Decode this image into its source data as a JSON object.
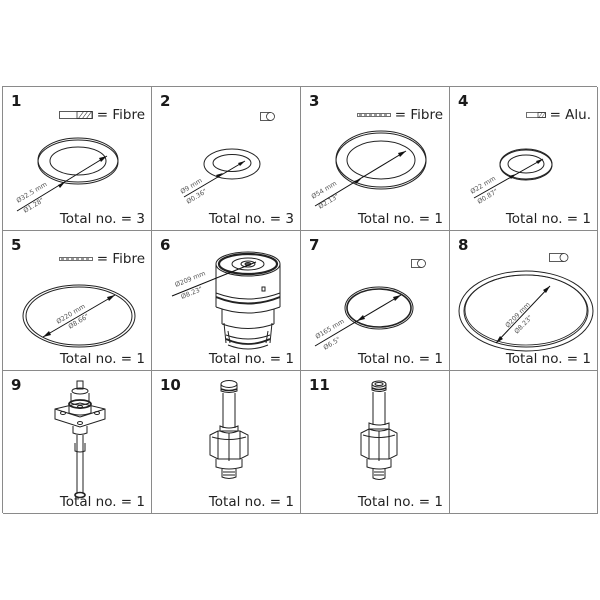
{
  "parts": [
    {
      "number": "1",
      "material": "= Fibre",
      "material_symbol": "hatched-gasket-section-icon",
      "dim_mm": "Ø32.5 mm",
      "dim_in": "Ø1.28\"",
      "total": "Total no. = 3",
      "type": "flat-gasket"
    },
    {
      "number": "2",
      "material": "",
      "material_symbol": "o-ring-section-icon",
      "dim_mm": "Ø9 mm",
      "dim_in": "Ø0.36\"",
      "total": "Total no. = 3",
      "type": "o-ring"
    },
    {
      "number": "3",
      "material": "= Fibre",
      "material_symbol": "dashed-gasket-section-icon",
      "dim_mm": "Ø54 mm",
      "dim_in": "Ø2.13\"",
      "total": "Total no. = 1",
      "type": "flat-gasket"
    },
    {
      "number": "4",
      "material": "= Alu.",
      "material_symbol": "aluminium-gasket-section-icon",
      "dim_mm": "Ø22 mm",
      "dim_in": "Ø0.87\"",
      "total": "Total no. = 1",
      "type": "flat-gasket"
    },
    {
      "number": "5",
      "material": "= Fibre",
      "material_symbol": "dashed-gasket-section-icon",
      "dim_mm": "Ø220 mm",
      "dim_in": "Ø8.66\"",
      "total": "Total no. = 1",
      "type": "thin-gasket"
    },
    {
      "number": "6",
      "material": "",
      "material_symbol": "",
      "dim_mm": "Ø209 mm",
      "dim_in": "Ø8.23\"",
      "total": "Total no. = 1",
      "type": "valve-insert"
    },
    {
      "number": "7",
      "material": "",
      "material_symbol": "o-ring-section-icon",
      "dim_mm": "Ø165 mm",
      "dim_in": "Ø6.5\"",
      "total": "Total no. = 1",
      "type": "o-ring"
    },
    {
      "number": "8",
      "material": "",
      "material_symbol": "o-ring-section-icon",
      "dim_mm": "Ø209 mm",
      "dim_in": "Ø8.23\"",
      "total": "Total no. = 1",
      "type": "large-o-ring"
    },
    {
      "number": "9",
      "material": "",
      "material_symbol": "",
      "dim_mm": "",
      "dim_in": "",
      "total": "Total no. = 1",
      "type": "spindle-assembly"
    },
    {
      "number": "10",
      "material": "",
      "material_symbol": "",
      "dim_mm": "",
      "dim_in": "",
      "total": "Total no. = 1",
      "type": "pilot-valve"
    },
    {
      "number": "11",
      "material": "",
      "material_symbol": "",
      "dim_mm": "",
      "dim_in": "",
      "total": "Total no. = 1",
      "type": "pilot-valve"
    }
  ]
}
